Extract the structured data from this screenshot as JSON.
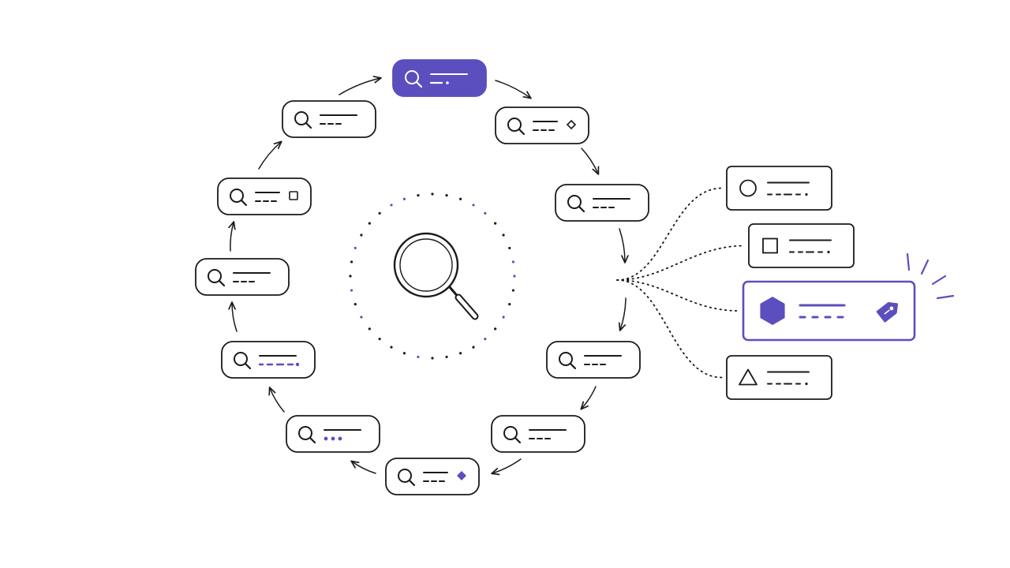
{
  "colors": {
    "ink": "#1a1a1a",
    "accent": "#5b4fbf",
    "background": "#ffffff"
  },
  "center": {
    "icon": "magnifier-icon"
  },
  "cycle_cards": [
    {
      "id": "card-top",
      "highlighted": true,
      "icon": "search-icon",
      "lines": [
        "long",
        "short-dot"
      ],
      "badge": ""
    },
    {
      "id": "card-right-1",
      "highlighted": false,
      "icon": "search-icon",
      "lines": [
        "medium",
        "dash"
      ],
      "badge": "diamond-outline"
    },
    {
      "id": "card-right-2",
      "highlighted": false,
      "icon": "search-icon",
      "lines": [
        "long",
        "dash"
      ],
      "badge": ""
    },
    {
      "id": "card-right-3",
      "highlighted": false,
      "icon": "search-icon",
      "lines": [
        "long",
        "dash"
      ],
      "badge": ""
    },
    {
      "id": "card-right-4",
      "highlighted": false,
      "icon": "search-icon",
      "lines": [
        "long",
        "dash"
      ],
      "badge": ""
    },
    {
      "id": "card-bottom",
      "highlighted": false,
      "icon": "search-icon",
      "lines": [
        "medium",
        "dash"
      ],
      "badge": "diamond-filled"
    },
    {
      "id": "card-left-4",
      "highlighted": false,
      "icon": "search-icon",
      "lines": [
        "long",
        "dots-accent"
      ],
      "badge": ""
    },
    {
      "id": "card-left-3",
      "highlighted": false,
      "icon": "search-icon",
      "lines": [
        "long",
        "dashdot-accent"
      ],
      "badge": ""
    },
    {
      "id": "card-left-2",
      "highlighted": false,
      "icon": "search-icon",
      "lines": [
        "long",
        "dash"
      ],
      "badge": ""
    },
    {
      "id": "card-left-1",
      "highlighted": false,
      "icon": "search-icon",
      "lines": [
        "medium",
        "dash"
      ],
      "badge": "square-outline"
    },
    {
      "id": "card-left-0",
      "highlighted": false,
      "icon": "search-icon",
      "lines": [
        "long",
        "dash"
      ],
      "badge": ""
    }
  ],
  "result_cards": [
    {
      "id": "result-circle",
      "highlighted": false,
      "icon": "circle-icon"
    },
    {
      "id": "result-square",
      "highlighted": false,
      "icon": "square-icon"
    },
    {
      "id": "result-hexagon",
      "highlighted": true,
      "icon": "hexagon-icon",
      "badge": "tag-icon"
    },
    {
      "id": "result-triangle",
      "highlighted": false,
      "icon": "triangle-icon"
    }
  ]
}
